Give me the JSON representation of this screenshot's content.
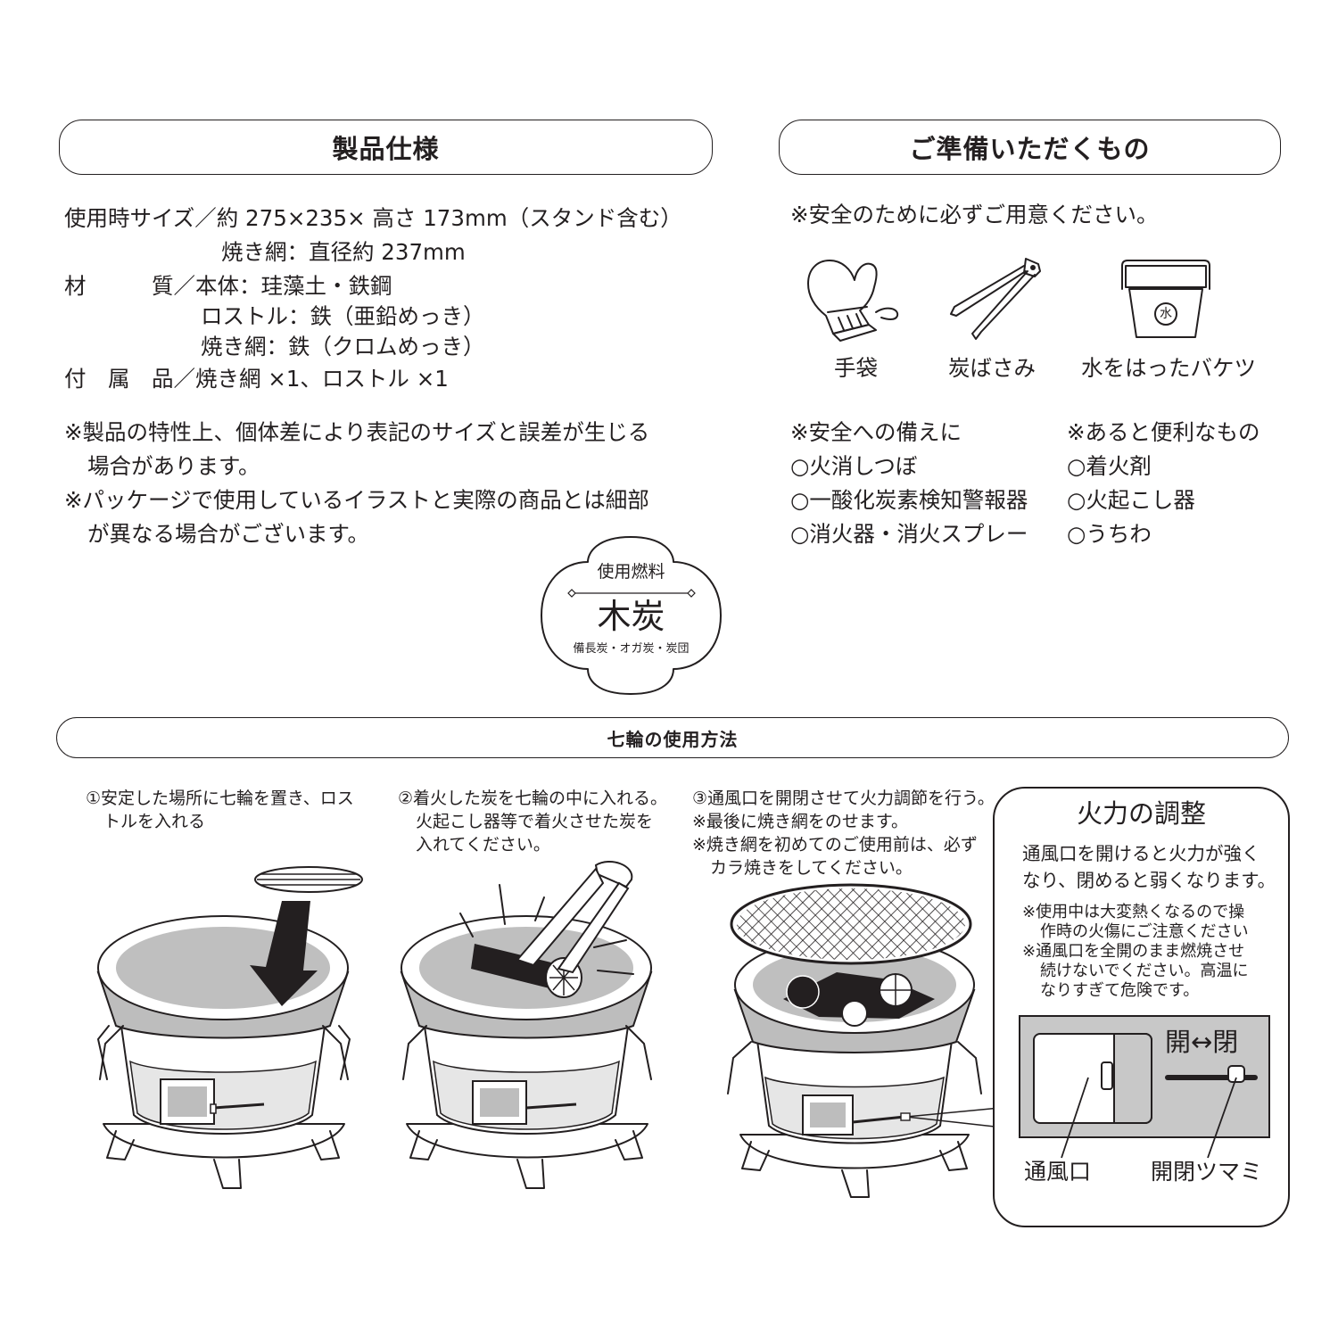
{
  "spec": {
    "title": "製品仕様",
    "lines": [
      "使用時サイズ／約 275×235× 高さ 173mm（スタンド含む）",
      "焼き網：直径約 237mm",
      "材　　　質／本体：珪藻土・鉄鋼",
      "ロストル：鉄（亜鉛めっき）",
      "焼き網：鉄（クロムめっき）",
      "付　属　品／焼き網 ×1、ロストル ×1"
    ],
    "notes": [
      "※製品の特性上、個体差により表記のサイズと誤差が生じる",
      "場合があります。",
      "※パッケージで使用しているイラストと実際の商品とは細部",
      "が異なる場合がございます。"
    ]
  },
  "fuel": {
    "label": "使用燃料",
    "main": "木炭",
    "sub": "備長炭・オガ炭・炭団"
  },
  "prepare": {
    "title": "ご準備いただくもの",
    "note": "※安全のために必ずご用意ください。",
    "items": [
      "手袋",
      "炭ばさみ",
      "水をはったバケツ"
    ],
    "bucket_mark": "水",
    "safety_title": "※安全への備えに",
    "safety": [
      "○火消しつぼ",
      "○一酸化炭素検知警報器",
      "○消火器・消火スプレー"
    ],
    "useful_title": "※あると便利なもの",
    "useful": [
      "○着火剤",
      "○火起こし器",
      "○うちわ"
    ]
  },
  "usage": {
    "title": "七輪の使用方法",
    "step1": [
      "①安定した場所に七輪を置き、ロス",
      "トルを入れる"
    ],
    "step2": [
      "②着火した炭を七輪の中に入れる。",
      "火起こし器等で着火させた炭を",
      "入れてください。"
    ],
    "step3": [
      "③通風口を開閉させて火力調節を行う。",
      "※最後に焼き網をのせます。",
      "※焼き網を初めてのご使用前は、必ず",
      "カラ焼きをしてください。"
    ]
  },
  "heat": {
    "title": "火力の調整",
    "desc": [
      "通風口を開けると火力が強く",
      "なり、閉めると弱くなります。"
    ],
    "cautions": [
      "※使用中は大変熱くなるので操",
      "作時の火傷にご注意ください",
      "※通風口を全開のまま燃焼させ",
      "続けないでください。高温に",
      "なりすぎて危険です。"
    ],
    "open_close": "開↔閉",
    "vent_label": "通風口",
    "knob_label": "開閉ツマミ"
  }
}
